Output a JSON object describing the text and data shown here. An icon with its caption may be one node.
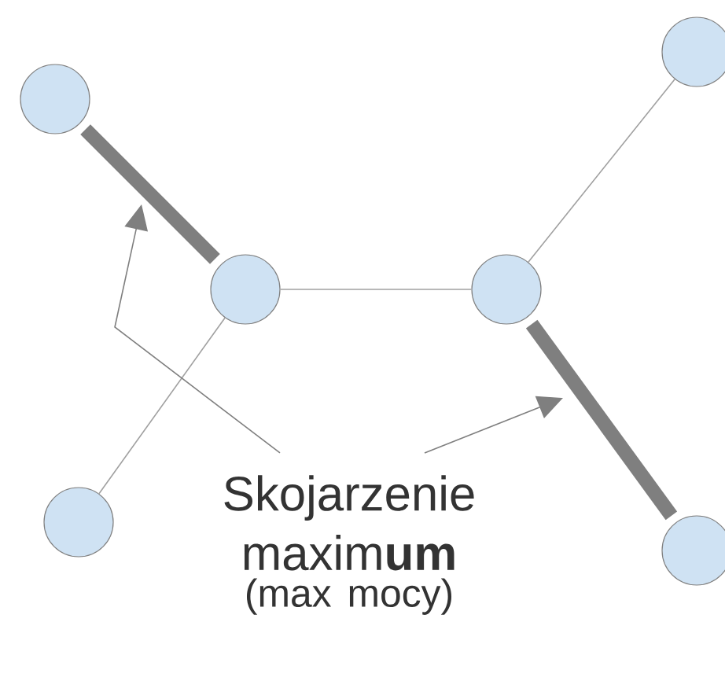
{
  "diagram": {
    "nodes": [
      {
        "text": [],
        "shape": "circle"
      },
      {
        "text": [],
        "shape": "circle"
      },
      {
        "text": [],
        "shape": "circle"
      },
      {
        "text": [],
        "shape": "circle"
      },
      {
        "text": [],
        "shape": "circle"
      },
      {
        "text": [],
        "shape": "circle"
      },
      {
        "text": [
          "Skojarzenie maxim**um**",
          "(max mocy)"
        ]
      }
    ],
    "edges": [
      {
        "from": 0,
        "to": 2,
        "arrow": "none",
        "style": "thick",
        "color": "#7f7f7f"
      },
      {
        "from": 2,
        "to": 3,
        "arrow": "none"
      },
      {
        "from": 3,
        "to": 1,
        "arrow": "none"
      },
      {
        "from": 2,
        "to": 4,
        "arrow": "none"
      },
      {
        "from": 3,
        "to": 5,
        "arrow": "none",
        "style": "thick",
        "color": "#7f7f7f"
      },
      {
        "from": 6,
        "to": null,
        "arrow": "to",
        "color": "#7f7f7f"
      },
      {
        "from": 6,
        "to": null,
        "arrow": "to",
        "color": "#7f7f7f"
      }
    ]
  }
}
